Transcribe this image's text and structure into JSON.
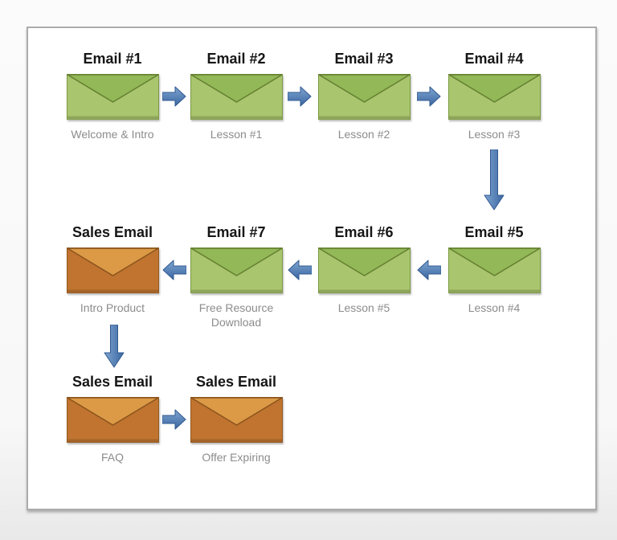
{
  "diagram": {
    "title": "Email autoresponder sequence flowchart",
    "nodes": [
      {
        "title": "Email #1",
        "caption": "Welcome & Intro",
        "style": "green"
      },
      {
        "title": "Email #2",
        "caption": "Lesson #1",
        "style": "green"
      },
      {
        "title": "Email #3",
        "caption": "Lesson #2",
        "style": "green"
      },
      {
        "title": "Email #4",
        "caption": "Lesson #3",
        "style": "green"
      },
      {
        "title": "Sales Email",
        "caption": "Intro Product",
        "style": "orange"
      },
      {
        "title": "Email #7",
        "caption": "Free Resource Download",
        "style": "green"
      },
      {
        "title": "Email #6",
        "caption": "Lesson #5",
        "style": "green"
      },
      {
        "title": "Email #5",
        "caption": "Lesson #4",
        "style": "green"
      },
      {
        "title": "Sales Email",
        "caption": "FAQ",
        "style": "orange"
      },
      {
        "title": "Sales Email",
        "caption": "Offer Expiring",
        "style": "orange"
      }
    ],
    "connections": [
      {
        "from": "Email #1 (Welcome & Intro)",
        "to": "Email #2 (Lesson #1)",
        "direction": "right"
      },
      {
        "from": "Email #2 (Lesson #1)",
        "to": "Email #3 (Lesson #2)",
        "direction": "right"
      },
      {
        "from": "Email #3 (Lesson #2)",
        "to": "Email #4 (Lesson #3)",
        "direction": "right"
      },
      {
        "from": "Email #4 (Lesson #3)",
        "to": "Email #5 (Lesson #4)",
        "direction": "down"
      },
      {
        "from": "Email #5 (Lesson #4)",
        "to": "Email #6 (Lesson #5)",
        "direction": "left"
      },
      {
        "from": "Email #6 (Lesson #5)",
        "to": "Email #7 (Free Resource Download)",
        "direction": "left"
      },
      {
        "from": "Email #7 (Free Resource Download)",
        "to": "Sales Email (Intro Product)",
        "direction": "left"
      },
      {
        "from": "Sales Email (Intro Product)",
        "to": "Sales Email (FAQ)",
        "direction": "down"
      },
      {
        "from": "Sales Email (FAQ)",
        "to": "Sales Email (Offer Expiring)",
        "direction": "right"
      }
    ],
    "colors": {
      "envelope_green_body": "#a9c56e",
      "envelope_green_flap": "#93b857",
      "envelope_green_edge": "#647f31",
      "envelope_orange_body": "#c0742f",
      "envelope_orange_flap": "#dc9a46",
      "envelope_orange_edge": "#8a541d",
      "arrow_blue_light": "#7fa5d2",
      "arrow_blue_dark": "#3a66a0",
      "title_text": "#161616",
      "caption_text": "#8c8c8c",
      "card_background": "#ffffff",
      "card_border": "#ababab"
    }
  }
}
